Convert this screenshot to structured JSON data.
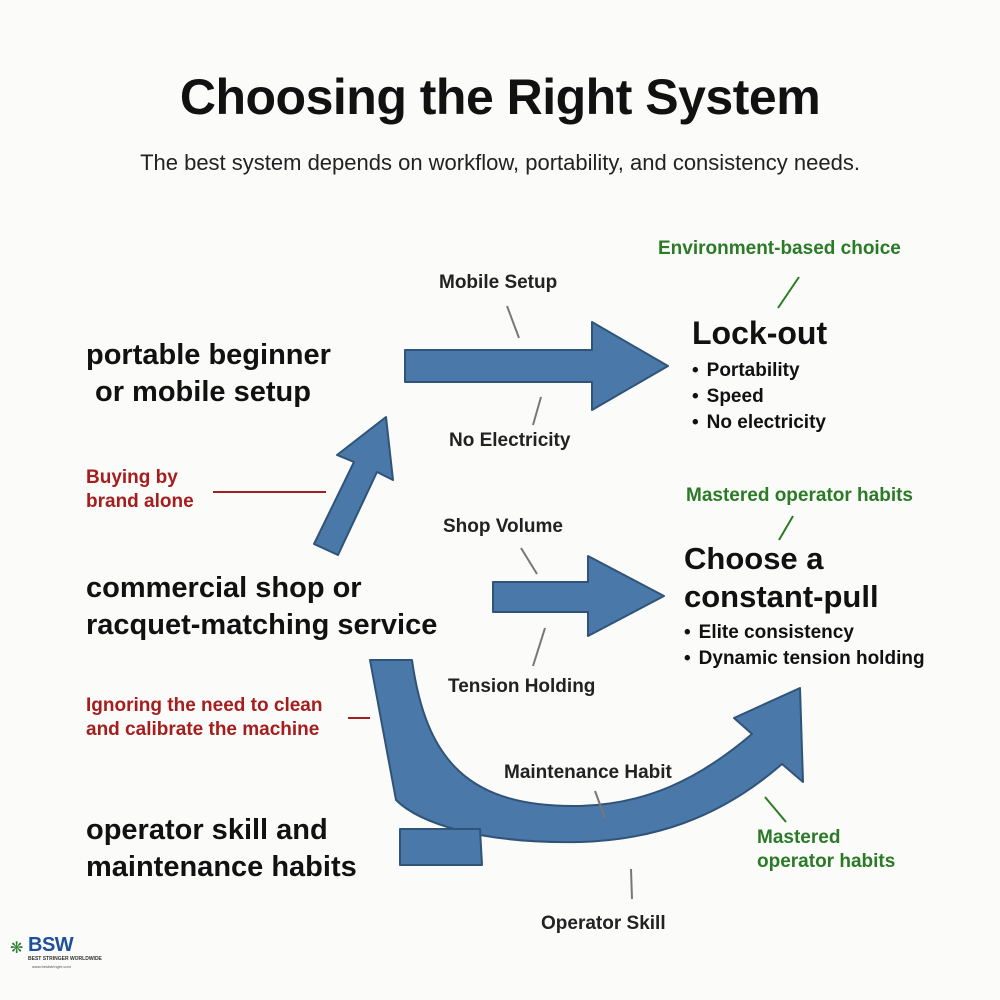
{
  "title": "Choosing the Right System",
  "subtitle": "The best system depends on workflow, portability, and consistency needs.",
  "colors": {
    "arrow_fill": "#4a78a8",
    "arrow_stroke": "#2f5478",
    "pitfall": "#a51d1d",
    "tip": "#2a7a26"
  },
  "inputs": {
    "portable": [
      "portable beginner",
      "or mobile setup"
    ],
    "commercial": [
      "commercial shop or",
      "racquet-matching service"
    ],
    "operator": [
      "operator skill and",
      "maintenance habits"
    ]
  },
  "edges": {
    "mobile_setup": "Mobile Setup",
    "no_electricity": "No Electricity",
    "shop_volume": "Shop Volume",
    "tension_holding": "Tension Holding",
    "maintenance_habit": "Maintenance Habit",
    "operator_skill": "Operator Skill"
  },
  "pitfalls": {
    "brand": [
      "Buying by",
      "brand alone"
    ],
    "calibrate": [
      "Ignoring the need to clean",
      "and calibrate the machine"
    ]
  },
  "tips": {
    "environment": "Environment-based choice",
    "mastered_top": "Mastered operator habits",
    "mastered_bottom": [
      "Mastered",
      "operator habits"
    ]
  },
  "outcomes": {
    "lockout": {
      "title": "Lock-out",
      "bullets": [
        "Portability",
        "Speed",
        "No electricity"
      ]
    },
    "constant_pull": {
      "title": [
        "Choose a",
        "constant-pull"
      ],
      "bullets": [
        "Elite consistency",
        "Dynamic tension holding"
      ]
    }
  },
  "logo": {
    "mark": "BSW",
    "sub": "BEST STRINGER WORLDWIDE",
    "url": "www.beststringer.com"
  }
}
